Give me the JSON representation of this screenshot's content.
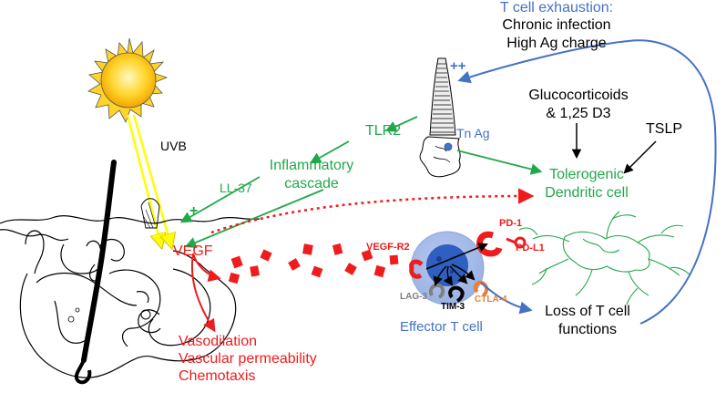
{
  "texts": {
    "exhaustion_title": "T cell exhaustion:",
    "exhaustion_l1": "Chronic infection",
    "exhaustion_l2": "High Ag charge",
    "plusplus": "++",
    "gluco_l1": "Glucocorticoids",
    "gluco_l2": "& 1,25 D3",
    "tslp": "TSLP",
    "tn_ag": "Tn Ag",
    "tlr2": "TLR2",
    "uvb": "UVB",
    "ll37": "LL-37",
    "inflam_l1": "Inflammatory",
    "inflam_l2": "cascade",
    "plus": "+",
    "tolero_l1": "Tolerogenic",
    "tolero_l2": "Dendritic cell",
    "pd1": "PD-1",
    "pdl1": "PD-L1",
    "vegf": "VEGF",
    "vegfr2": "VEGF-R2",
    "lag3": "LAG-3",
    "tim3": "TIM-3",
    "ctla4": "CTLA-4",
    "effector": "Effector T cell",
    "loss_l1": "Loss of T cell",
    "loss_l2": "functions",
    "vaso_l1": "Vasodilation",
    "vaso_l2": "Vascular permeability",
    "vaso_l3": "Chemotaxis"
  },
  "colors": {
    "blue": "#4472c4",
    "green": "#22a84a",
    "red": "#ee1c1c",
    "gray": "#7f7f7f",
    "orange": "#ed7d31",
    "sun": "#ffd42a",
    "uv_ray": "#ffff00"
  }
}
